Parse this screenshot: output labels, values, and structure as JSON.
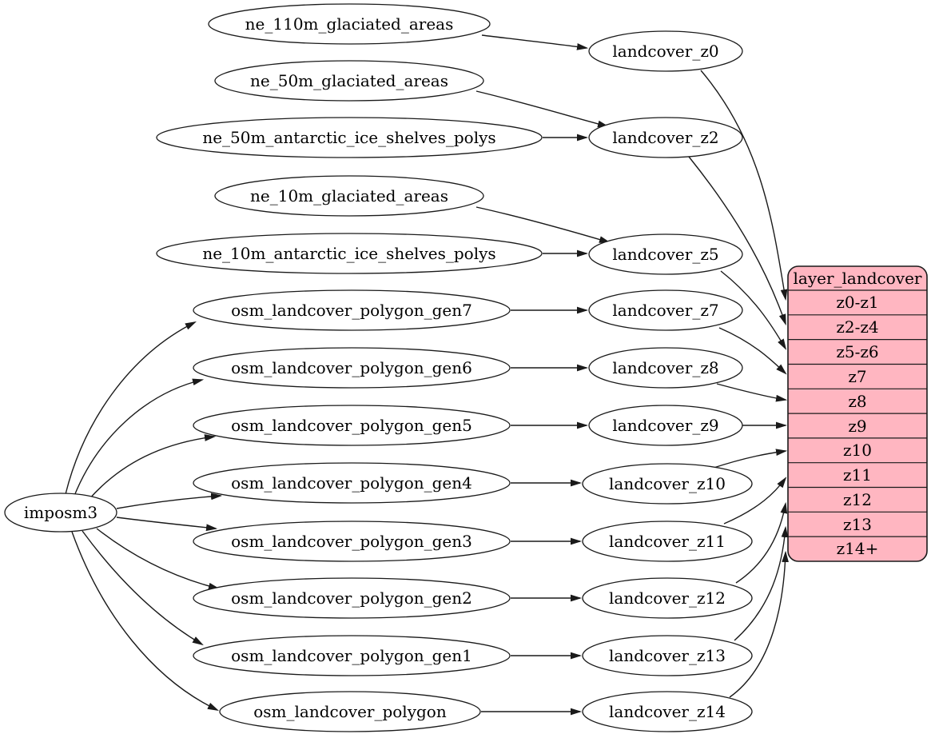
{
  "diagram": {
    "colors": {
      "table_fill": "#ffb6c1",
      "node_fill": "#ffffff",
      "edge_stroke": "#1a1a1a",
      "background": "#ffffff"
    },
    "nodes": {
      "imposm3": "imposm3",
      "ne_110m_glaciated_areas": "ne_110m_glaciated_areas",
      "ne_50m_glaciated_areas": "ne_50m_glaciated_areas",
      "ne_50m_antarctic_ice_shelves_polys": "ne_50m_antarctic_ice_shelves_polys",
      "ne_10m_glaciated_areas": "ne_10m_glaciated_areas",
      "ne_10m_antarctic_ice_shelves_polys": "ne_10m_antarctic_ice_shelves_polys",
      "osm_landcover_polygon_gen7": "osm_landcover_polygon_gen7",
      "osm_landcover_polygon_gen6": "osm_landcover_polygon_gen6",
      "osm_landcover_polygon_gen5": "osm_landcover_polygon_gen5",
      "osm_landcover_polygon_gen4": "osm_landcover_polygon_gen4",
      "osm_landcover_polygon_gen3": "osm_landcover_polygon_gen3",
      "osm_landcover_polygon_gen2": "osm_landcover_polygon_gen2",
      "osm_landcover_polygon_gen1": "osm_landcover_polygon_gen1",
      "osm_landcover_polygon": "osm_landcover_polygon",
      "landcover_z0": "landcover_z0",
      "landcover_z2": "landcover_z2",
      "landcover_z5": "landcover_z5",
      "landcover_z7": "landcover_z7",
      "landcover_z8": "landcover_z8",
      "landcover_z9": "landcover_z9",
      "landcover_z10": "landcover_z10",
      "landcover_z11": "landcover_z11",
      "landcover_z12": "landcover_z12",
      "landcover_z13": "landcover_z13",
      "landcover_z14": "landcover_z14"
    },
    "table": {
      "title": "layer_landcover",
      "rows": [
        "z0-z1",
        "z2-z4",
        "z5-z6",
        "z7",
        "z8",
        "z9",
        "z10",
        "z11",
        "z12",
        "z13",
        "z14+"
      ]
    },
    "edges": [
      [
        "imposm3",
        "osm_landcover_polygon_gen7"
      ],
      [
        "imposm3",
        "osm_landcover_polygon_gen6"
      ],
      [
        "imposm3",
        "osm_landcover_polygon_gen5"
      ],
      [
        "imposm3",
        "osm_landcover_polygon_gen4"
      ],
      [
        "imposm3",
        "osm_landcover_polygon_gen3"
      ],
      [
        "imposm3",
        "osm_landcover_polygon_gen2"
      ],
      [
        "imposm3",
        "osm_landcover_polygon_gen1"
      ],
      [
        "imposm3",
        "osm_landcover_polygon"
      ],
      [
        "ne_110m_glaciated_areas",
        "landcover_z0"
      ],
      [
        "ne_50m_glaciated_areas",
        "landcover_z2"
      ],
      [
        "ne_50m_antarctic_ice_shelves_polys",
        "landcover_z2"
      ],
      [
        "ne_10m_glaciated_areas",
        "landcover_z5"
      ],
      [
        "ne_10m_antarctic_ice_shelves_polys",
        "landcover_z5"
      ],
      [
        "osm_landcover_polygon_gen7",
        "landcover_z7"
      ],
      [
        "osm_landcover_polygon_gen6",
        "landcover_z8"
      ],
      [
        "osm_landcover_polygon_gen5",
        "landcover_z9"
      ],
      [
        "osm_landcover_polygon_gen4",
        "landcover_z10"
      ],
      [
        "osm_landcover_polygon_gen3",
        "landcover_z11"
      ],
      [
        "osm_landcover_polygon_gen2",
        "landcover_z12"
      ],
      [
        "osm_landcover_polygon_gen1",
        "landcover_z13"
      ],
      [
        "osm_landcover_polygon",
        "landcover_z14"
      ],
      [
        "landcover_z0",
        "layer_landcover:z0-z1"
      ],
      [
        "landcover_z2",
        "layer_landcover:z2-z4"
      ],
      [
        "landcover_z5",
        "layer_landcover:z5-z6"
      ],
      [
        "landcover_z7",
        "layer_landcover:z7"
      ],
      [
        "landcover_z8",
        "layer_landcover:z8"
      ],
      [
        "landcover_z9",
        "layer_landcover:z9"
      ],
      [
        "landcover_z10",
        "layer_landcover:z10"
      ],
      [
        "landcover_z11",
        "layer_landcover:z11"
      ],
      [
        "landcover_z12",
        "layer_landcover:z12"
      ],
      [
        "landcover_z13",
        "layer_landcover:z13"
      ],
      [
        "landcover_z14",
        "layer_landcover:z14+"
      ]
    ]
  }
}
